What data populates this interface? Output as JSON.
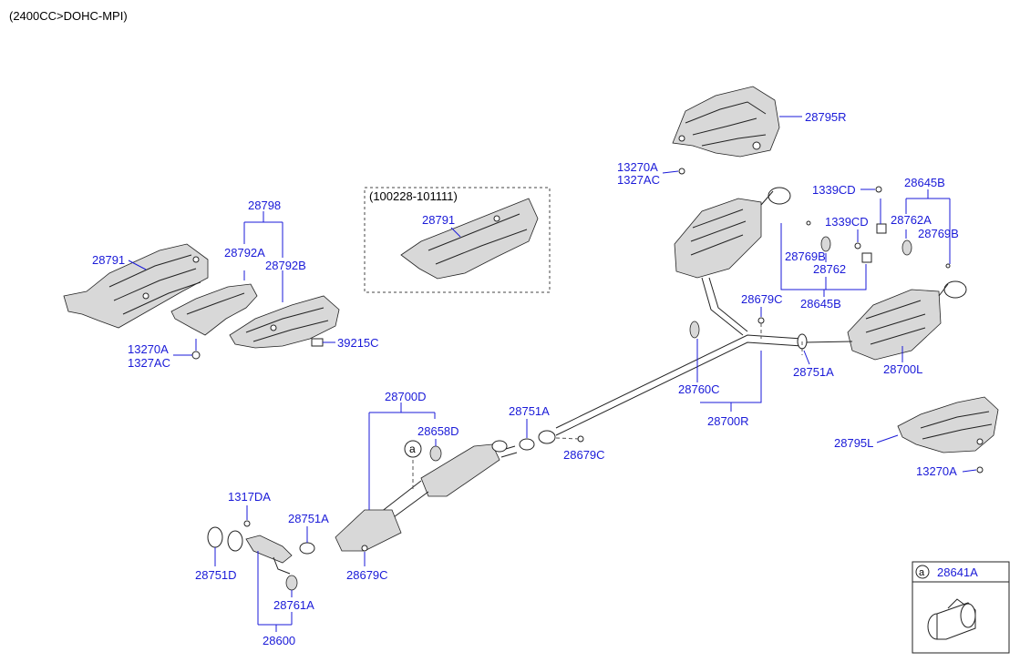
{
  "header": {
    "engine": "(2400CC>DOHC-MPI)"
  },
  "inset_box": {
    "date_range": "(100228-101111)"
  },
  "callout": {
    "marker": "a",
    "part": "28641A"
  },
  "labels": {
    "p28795R": "28795R",
    "p13270A_top": "13270A",
    "p1327AC_top": "1327AC",
    "p1339CD_a": "1339CD",
    "p28645B_top": "28645B",
    "p1339CD_b": "1339CD",
    "p28762A": "28762A",
    "p28769B_r": "28769B",
    "p28769B_l": "28769B",
    "p28762": "28762",
    "p28645B_bot": "28645B",
    "p28798": "28798",
    "p28792A": "28792A",
    "p28791_l": "28791",
    "p28792B": "28792B",
    "p13270A_left": "13270A",
    "p1327AC_left": "1327AC",
    "p39215C": "39215C",
    "p28791_box": "28791",
    "p28679C_a": "28679C",
    "p28751A_r": "28751A",
    "p28700L": "28700L",
    "p28760C": "28760C",
    "p28700R": "28700R",
    "p28700D": "28700D",
    "p28658D": "28658D",
    "p28751A_m": "28751A",
    "p28679C_b": "28679C",
    "p28795L": "28795L",
    "p13270A_r": "13270A",
    "p1317DA": "1317DA",
    "p28751A_l": "28751A",
    "p28751D": "28751D",
    "p28679C_c": "28679C",
    "p28761A": "28761A",
    "p28600": "28600"
  }
}
